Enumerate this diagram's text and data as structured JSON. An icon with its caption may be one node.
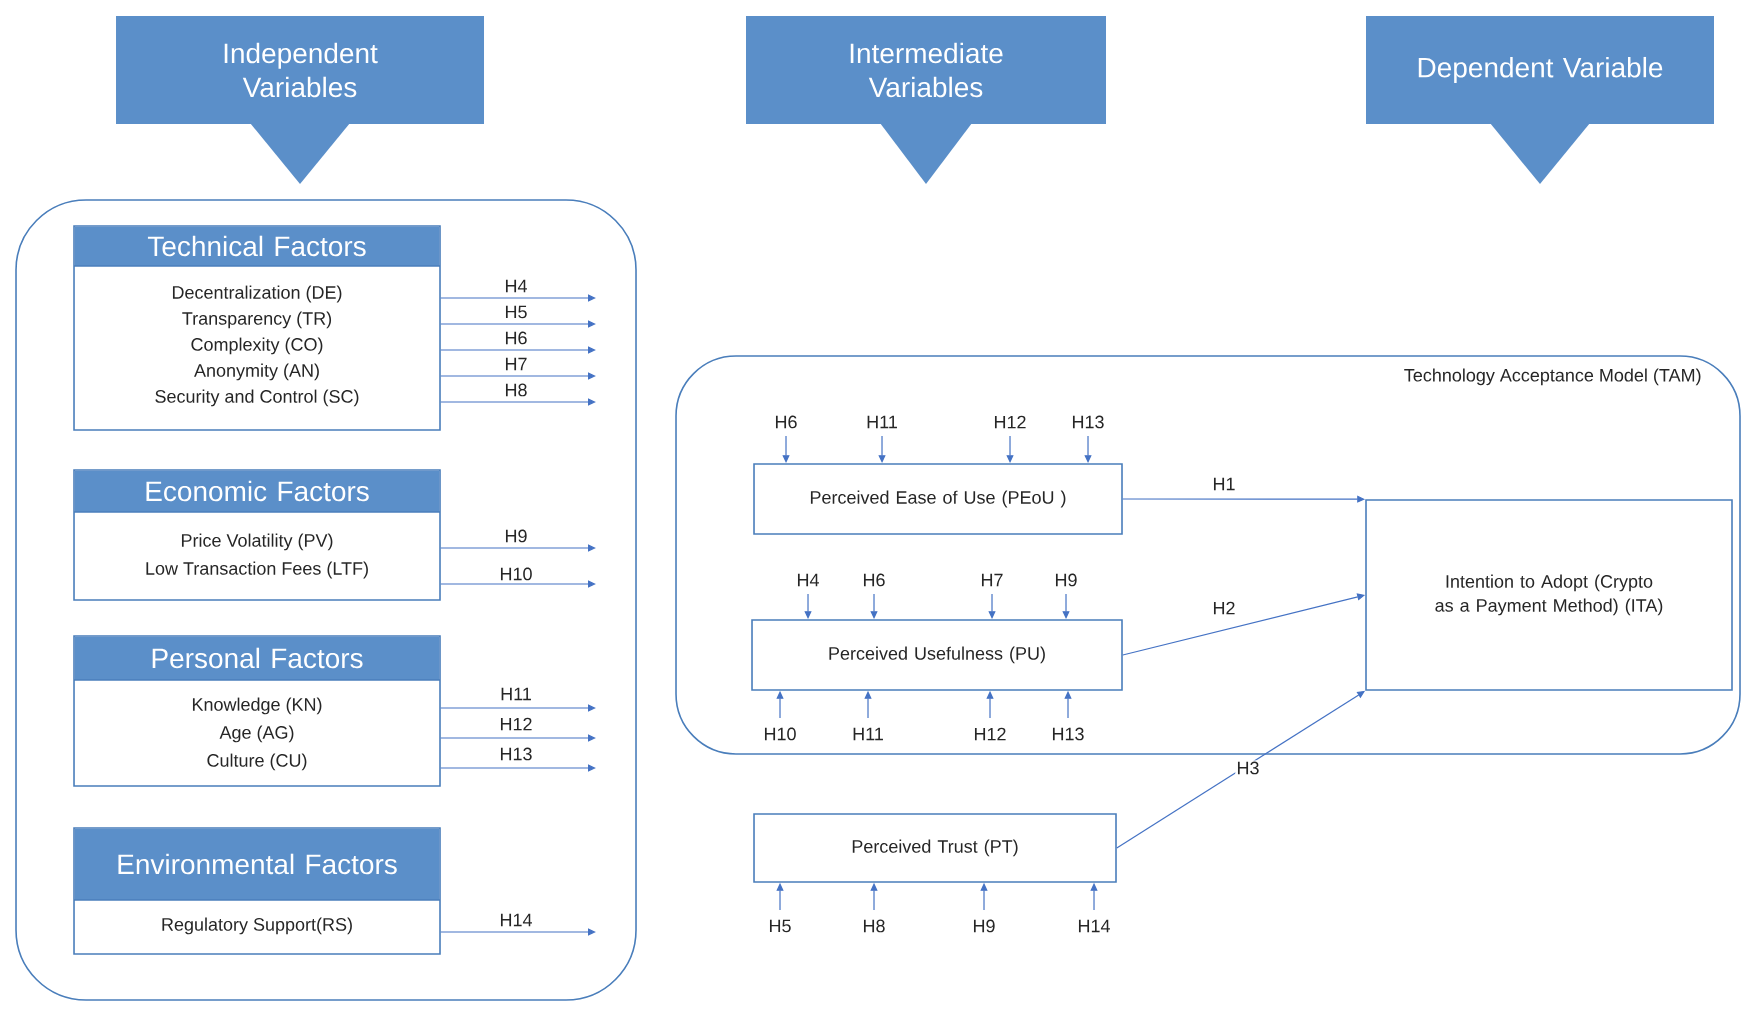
{
  "diagram": {
    "nodes": [
      {
        "text": [
          "Independent Variables"
        ]
      },
      {
        "text": [
          "Intermediate Variables"
        ]
      },
      {
        "text": [
          "Dependent Variable"
        ]
      },
      {
        "text": [],
        "shape": "box"
      },
      {
        "text": [
          "Technical Factors",
          "Decentralization (DE)",
          "Transparency (TR)",
          "Complexity (CO)",
          "Anonymity (AN)",
          "Security and Control (SC)"
        ],
        "in": 3
      },
      {
        "text": [
          "Economic Factors",
          "Price Volatility (PV)",
          "Low Transaction Fees (LTF)"
        ],
        "in": 3
      },
      {
        "text": [
          "Personal Factors",
          "Knowledge (KN)",
          "Age (AG)",
          "Culture (CU)"
        ],
        "in": 3
      },
      {
        "text": [
          "Environmental Factors",
          "Regulatory Support(RS)"
        ],
        "in": 3
      },
      {
        "text": [
          "Technology Acceptance Model (TAM)"
        ]
      },
      {
        "text": [
          "Perceived Ease of Use (PEoU )"
        ],
        "in": 8
      },
      {
        "text": [
          "Perceived Usefulness (PU)"
        ],
        "in": 8
      },
      {
        "text": [
          "Intention to Adopt (Crypto as a Payment Method) (ITA)"
        ],
        "in": 8
      },
      {
        "text": [
          "Perceived Trust (PT)"
        ]
      }
    ],
    "edges": [
      {
        "from": 9,
        "to": 11,
        "arrow": "to",
        "label": "H1"
      },
      {
        "from": 10,
        "to": 11,
        "arrow": "to",
        "label": "H2"
      },
      {
        "from": 12,
        "to": 11,
        "arrow": "to",
        "label": "H3"
      },
      {
        "from": 4,
        "to": null,
        "arrow": "to",
        "label": "H4"
      },
      {
        "from": 4,
        "to": null,
        "arrow": "to",
        "label": "H5"
      },
      {
        "from": 4,
        "to": null,
        "arrow": "to",
        "label": "H6"
      },
      {
        "from": 4,
        "to": null,
        "arrow": "to",
        "label": "H7"
      },
      {
        "from": 4,
        "to": null,
        "arrow": "to",
        "label": "H8"
      },
      {
        "from": 5,
        "to": null,
        "arrow": "to",
        "label": "H9"
      },
      {
        "from": 5,
        "to": null,
        "arrow": "to",
        "label": "H10"
      },
      {
        "from": 6,
        "to": null,
        "arrow": "to",
        "label": "H11"
      },
      {
        "from": 6,
        "to": null,
        "arrow": "to",
        "label": "H12"
      },
      {
        "from": 6,
        "to": null,
        "arrow": "to",
        "label": "H13"
      },
      {
        "from": 7,
        "to": null,
        "arrow": "to",
        "label": "H14"
      },
      {
        "from": null,
        "to": 9,
        "arrow": "to",
        "label": "H6"
      },
      {
        "from": null,
        "to": 9,
        "arrow": "to",
        "label": "H11"
      },
      {
        "from": null,
        "to": 9,
        "arrow": "to",
        "label": "H12"
      },
      {
        "from": null,
        "to": 9,
        "arrow": "to",
        "label": "H13"
      },
      {
        "from": null,
        "to": 10,
        "arrow": "to",
        "label": "H4"
      },
      {
        "from": null,
        "to": 10,
        "arrow": "to",
        "label": "H6"
      },
      {
        "from": null,
        "to": 10,
        "arrow": "to",
        "label": "H7"
      },
      {
        "from": null,
        "to": 10,
        "arrow": "to",
        "label": "H9"
      },
      {
        "from": null,
        "to": 10,
        "arrow": "to",
        "label": "H10"
      },
      {
        "from": null,
        "to": 10,
        "arrow": "to",
        "label": "H11"
      },
      {
        "from": null,
        "to": 10,
        "arrow": "to",
        "label": "H12"
      },
      {
        "from": null,
        "to": 10,
        "arrow": "to",
        "label": "H13"
      },
      {
        "from": null,
        "to": 12,
        "arrow": "to",
        "label": "H5"
      },
      {
        "from": null,
        "to": 12,
        "arrow": "to",
        "label": "H8"
      },
      {
        "from": null,
        "to": 12,
        "arrow": "to",
        "label": "H9"
      },
      {
        "from": null,
        "to": 12,
        "arrow": "to",
        "label": "H14"
      }
    ]
  }
}
